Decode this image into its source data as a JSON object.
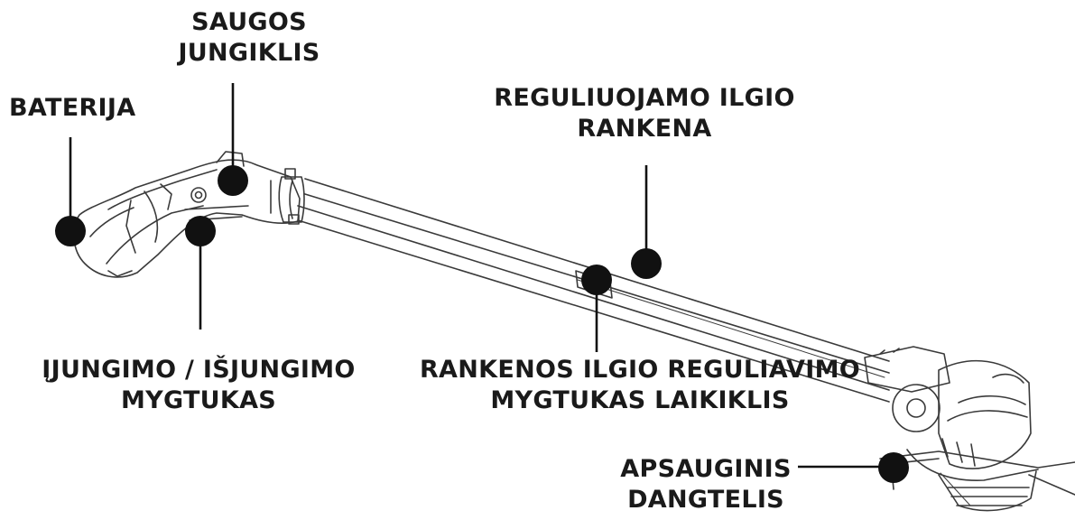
{
  "labels": {
    "battery": "BATERIJA",
    "safety_switch": [
      "SAUGOS",
      "JUNGIKLIS"
    ],
    "adjustable_handle": [
      "REGULIUOJAMO ILGIO",
      "RANKENA"
    ],
    "power_button": [
      "ĮJUNGIMO / IŠJUNGIMO",
      "MYGTUKAS"
    ],
    "length_adjust_button": [
      "RANKENOS ILGIO REGULIAVIMO",
      "MYGTUKAS LAIKIKLIS"
    ],
    "guard": [
      "APSAUGINIS",
      "DANGTELIS"
    ]
  },
  "colors": {
    "marker": "#111111",
    "outline": "#3a3a3a",
    "text": "#1a1a1a"
  }
}
